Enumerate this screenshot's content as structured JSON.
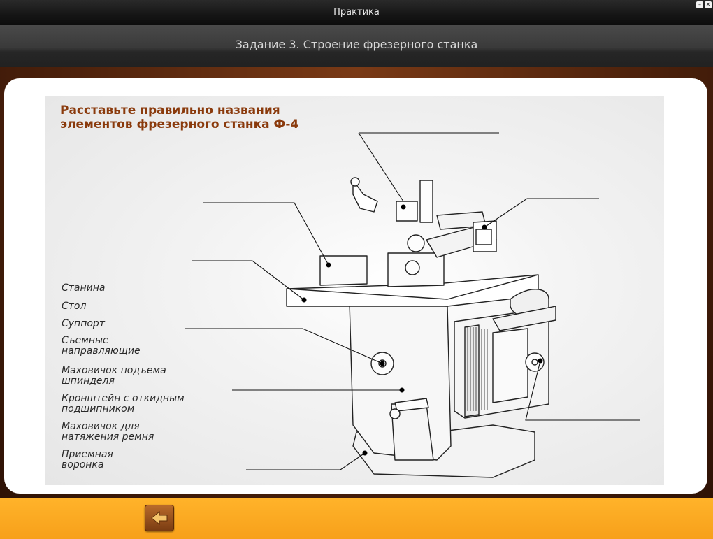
{
  "window": {
    "title": "Практика",
    "controls": [
      "minimize-icon",
      "close-icon"
    ]
  },
  "header": {
    "title": "Задание 3. Строение фрезерного станка"
  },
  "task": {
    "title_line1": "Расставьте правильно названия",
    "title_line2": "элементов фрезерного станка Ф-4"
  },
  "labels": [
    {
      "text": "Станина"
    },
    {
      "text": "Стол"
    },
    {
      "text": "Суппорт"
    },
    {
      "text": "Съемные направляющие"
    },
    {
      "text": "Маховичок подъема шпинделя"
    },
    {
      "text": "Кронштейн с откидным подшипником"
    },
    {
      "text": "Маховичок для натяжения ремня"
    },
    {
      "text": "Приемная воронка"
    }
  ],
  "footer": {
    "back_icon": "back-arrow-icon"
  },
  "colors": {
    "title_accent": "#8a3a0c",
    "bottom_bar": "#f7a01a",
    "wood": "#4a200b"
  }
}
